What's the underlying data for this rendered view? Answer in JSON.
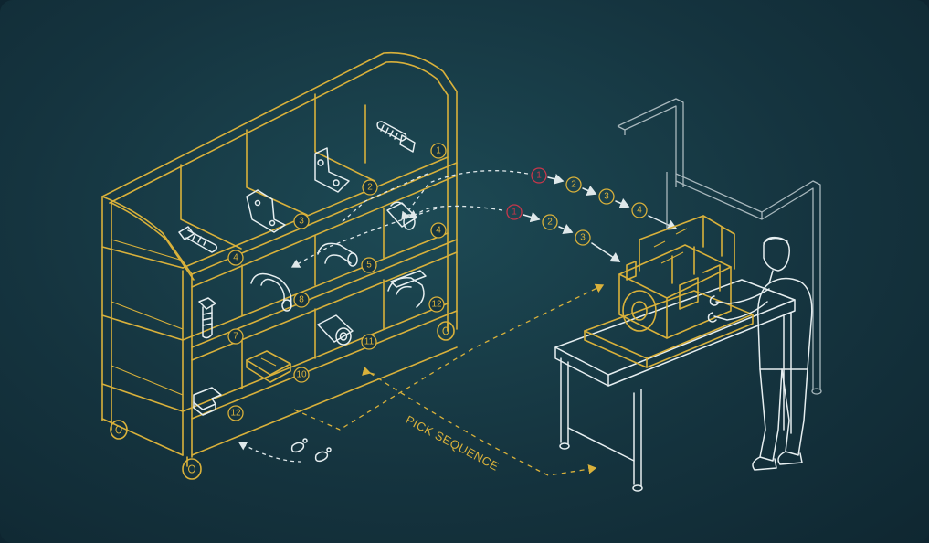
{
  "labels": {
    "pick_sequence": "PICK SEQUENCE"
  },
  "badges": [
    "1",
    "2",
    "3",
    "4",
    "4",
    "5",
    "8",
    "7",
    "11",
    "12",
    "10",
    "12"
  ],
  "route_upper": [
    "1",
    "2",
    "3",
    "4"
  ],
  "route_lower": [
    "1",
    "2",
    "3"
  ],
  "colors": {
    "background": "#15343f",
    "rack": "#d9b13b",
    "line_art": "#e6eef0",
    "first_step": "#c8364a"
  }
}
